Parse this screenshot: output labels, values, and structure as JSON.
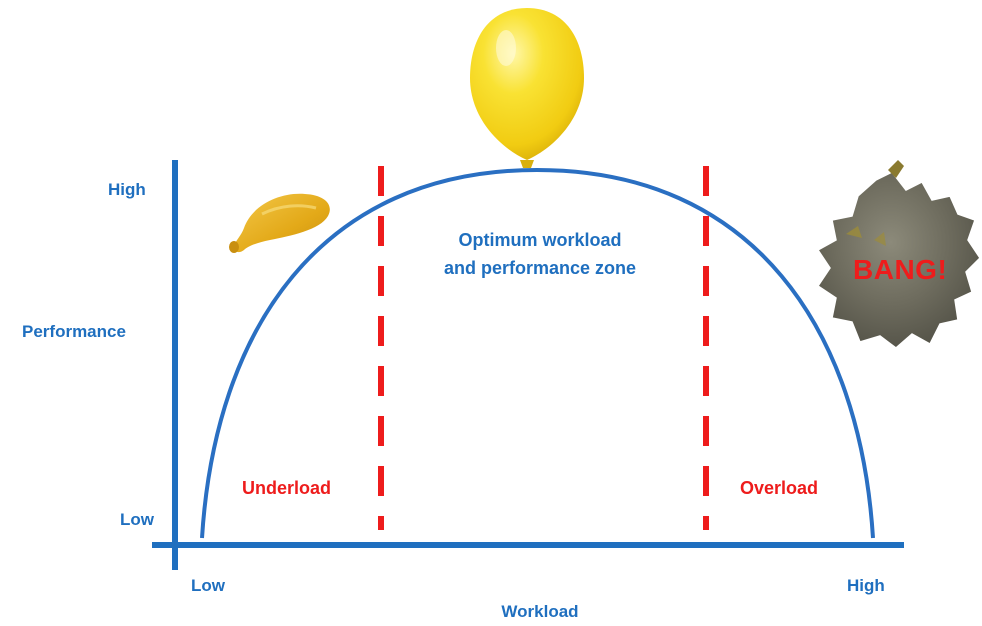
{
  "axes": {
    "y_title": "Performance",
    "y_high": "High",
    "y_low": "Low",
    "x_title": "Workload",
    "x_low": "Low",
    "x_high": "High"
  },
  "zones": {
    "underload": "Underload",
    "optimum_line1": "Optimum workload",
    "optimum_line2": "and performance zone",
    "overload": "Overload"
  },
  "burst_text": "BANG!",
  "colors": {
    "axis_blue": "#1f6fbf",
    "curve_blue": "#2a6fc2",
    "zone_red": "#ee1c1c",
    "balloon_yellow": "#f7d81a",
    "deflated_yellow": "#e8b21c",
    "burst_gray": "#6f6f62"
  },
  "icons": [
    "deflated-balloon-icon",
    "inflated-balloon-icon",
    "burst-balloon-icon"
  ]
}
